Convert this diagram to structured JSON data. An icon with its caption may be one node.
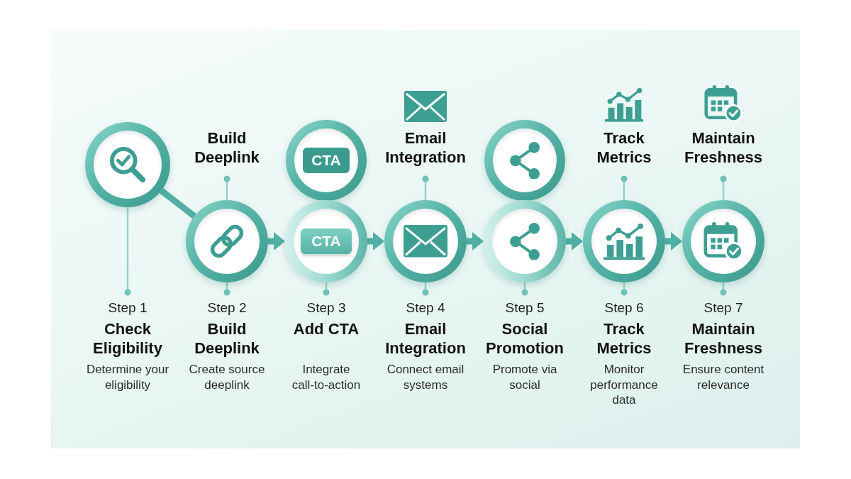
{
  "diagram": {
    "nodes": [
      {
        "text": [],
        "shape": "circle"
      },
      {
        "text": [
          "Step 1",
          "Check Eligibility",
          "Determine your eligibility"
        ]
      },
      {
        "text": [
          "Build Deeplink"
        ]
      },
      {
        "text": [],
        "shape": "circle"
      },
      {
        "text": [
          "Step 2",
          "Build Deeplink",
          "Create source deeplink"
        ]
      },
      {
        "text": [
          "CTA"
        ]
      },
      {
        "text": [
          "CTA"
        ]
      },
      {
        "text": [
          "Step 3",
          "Add CTA",
          "Integrate call-to-action"
        ]
      },
      {
        "text": [
          "Email Integration"
        ]
      },
      {
        "text": [],
        "shape": "circle"
      },
      {
        "text": [
          "Step 4",
          "Email Integration",
          "Connect email systems"
        ]
      },
      {
        "text": [],
        "shape": "circle"
      },
      {
        "text": [],
        "shape": "circle"
      },
      {
        "text": [
          "Step 5",
          "Social Promotion",
          "Promote via social"
        ]
      },
      {
        "text": [
          "Track Metrics"
        ]
      },
      {
        "text": [],
        "shape": "circle"
      },
      {
        "text": [
          "Step 6",
          "Track Metrics",
          "Monitor performance data"
        ]
      },
      {
        "text": [
          "Maintain Freshness"
        ]
      },
      {
        "text": [],
        "shape": "circle"
      },
      {
        "text": [
          "Step 7",
          "Maintain Freshness",
          "Ensure content relevance"
        ]
      }
    ],
    "edges": [
      {
        "from": 0,
        "to": 3,
        "arrow": "none",
        "style": "thick",
        "color": "#4fb0a3"
      },
      {
        "from": 3,
        "to": 6,
        "arrow": "to",
        "style": "thick",
        "color": "#4fb0a3"
      },
      {
        "from": 6,
        "to": 9,
        "arrow": "to",
        "style": "thick",
        "color": "#4fb0a3"
      },
      {
        "from": 9,
        "to": 12,
        "arrow": "to",
        "style": "thick",
        "color": "#4fb0a3"
      },
      {
        "from": 12,
        "to": 15,
        "arrow": "to",
        "style": "thick",
        "color": "#4fb0a3"
      },
      {
        "from": 15,
        "to": 18,
        "arrow": "to",
        "style": "thick",
        "color": "#4fb0a3"
      },
      {
        "from": 0,
        "to": 1,
        "arrow": "other"
      },
      {
        "from": 3,
        "to": 2,
        "arrow": "other"
      },
      {
        "from": 3,
        "to": 4,
        "arrow": "other"
      },
      {
        "from": 6,
        "to": 7,
        "arrow": "other"
      },
      {
        "from": 9,
        "to": 8,
        "arrow": "other"
      },
      {
        "from": 9,
        "to": 10,
        "arrow": "other"
      },
      {
        "from": 12,
        "to": 13,
        "arrow": "other"
      },
      {
        "from": 15,
        "to": 14,
        "arrow": "other"
      },
      {
        "from": 15,
        "to": 16,
        "arrow": "other"
      },
      {
        "from": 18,
        "to": 17,
        "arrow": "other"
      },
      {
        "from": 18,
        "to": 19,
        "arrow": "other"
      }
    ]
  }
}
